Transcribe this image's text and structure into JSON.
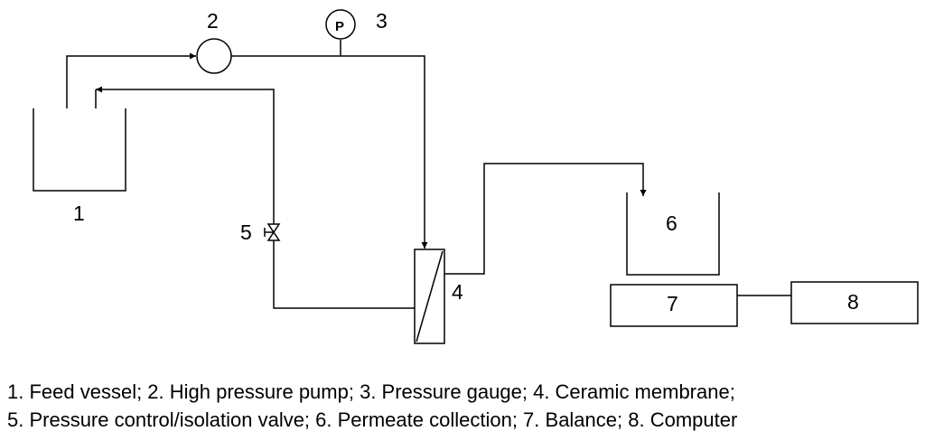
{
  "labels": {
    "feed_vessel": "1",
    "pump": "2",
    "gauge": "3",
    "gauge_symbol": "P",
    "membrane": "4",
    "valve": "5",
    "permeate_collection": "6",
    "balance": "7",
    "computer": "8"
  },
  "legend": {
    "line1": "1. Feed vessel;  2. High pressure pump; 3. Pressure gauge; 4. Ceramic membrane;",
    "line2": "5. Pressure control/isolation valve; 6. Permeate collection; 7. Balance; 8. Computer"
  }
}
